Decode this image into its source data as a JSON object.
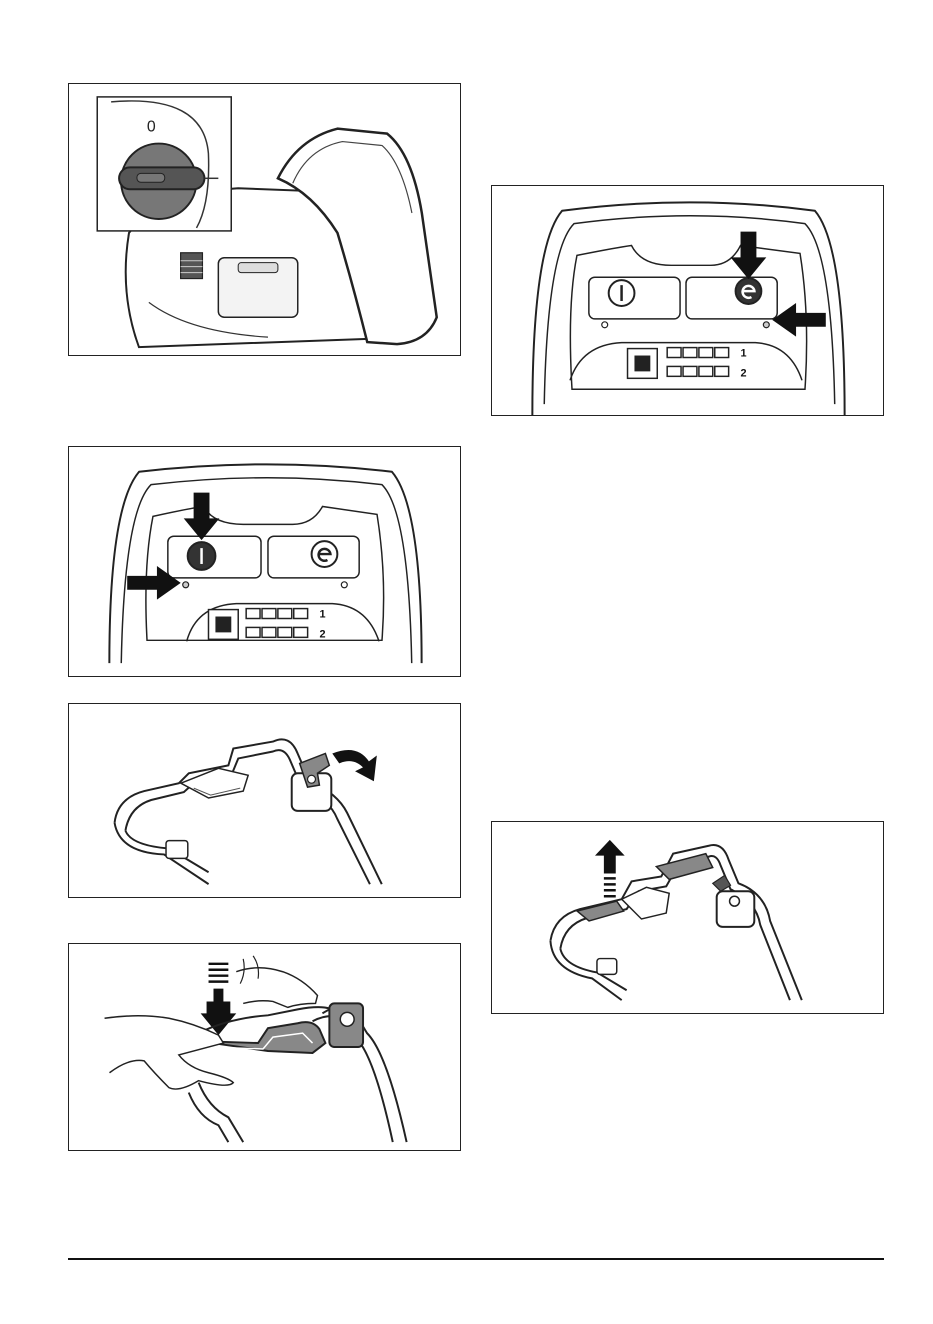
{
  "figures": {
    "key_switch": {
      "dial_label": "0"
    },
    "panel_right": {
      "row1_label": "1",
      "row2_label": "2"
    },
    "panel_left": {
      "row1_label": "1",
      "row2_label": "2"
    },
    "handle_lever": {},
    "handle_press": {},
    "handle_lift": {}
  },
  "icons": {
    "power": "power-button-icon",
    "eco": "eco-mode-icon",
    "stop": "stop-button-icon",
    "arrow": "arrow-icon"
  },
  "colors": {
    "line": "#222222",
    "arrow": "#111111",
    "grip": "#8a8a8a"
  }
}
